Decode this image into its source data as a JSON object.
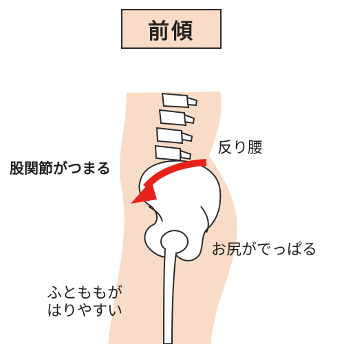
{
  "title": "前傾",
  "labels": {
    "hip_flexor": "股関節がつまる",
    "sway_back": "反り腰",
    "buttocks": "お尻がでっぱる",
    "thigh_line1": "ふとももが",
    "thigh_line2": "はりやすい"
  },
  "colors": {
    "skin": "#f8dcc7",
    "bone_fill": "#ffffff",
    "outline": "#2a2a2a",
    "arrow": "#e8221b"
  },
  "icons": {
    "arrow": "curved-forward-tilt-arrow"
  }
}
